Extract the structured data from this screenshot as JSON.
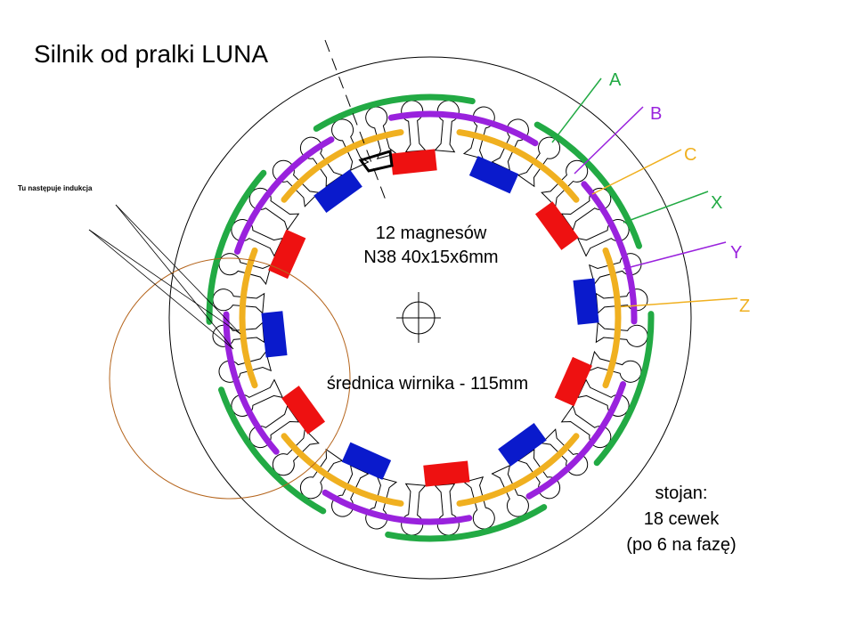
{
  "title": "Silnik od pralki LUNA",
  "induction_note": "Tu następuje indukcja",
  "magnets": {
    "line1": "12 magnesów",
    "line2": "N38 40x15x6mm",
    "count": 12
  },
  "rotor_diameter": "średnica wirnika - 115mm",
  "stator": {
    "line1": "stojan:",
    "line2": "18 cewek",
    "line3": "(po 6 na fazę)",
    "coils": 18,
    "teeth": 36
  },
  "phases": [
    {
      "label": "A",
      "color": "#22aa44"
    },
    {
      "label": "B",
      "color": "#9922dd"
    },
    {
      "label": "C",
      "color": "#f0b020"
    },
    {
      "label": "X",
      "color": "#22aa44"
    },
    {
      "label": "Y",
      "color": "#9922dd"
    },
    {
      "label": "Z",
      "color": "#f0b020"
    }
  ],
  "colors": {
    "north": "#ee1111",
    "south": "#0a1acc",
    "induction_circle": "#b5651d"
  }
}
